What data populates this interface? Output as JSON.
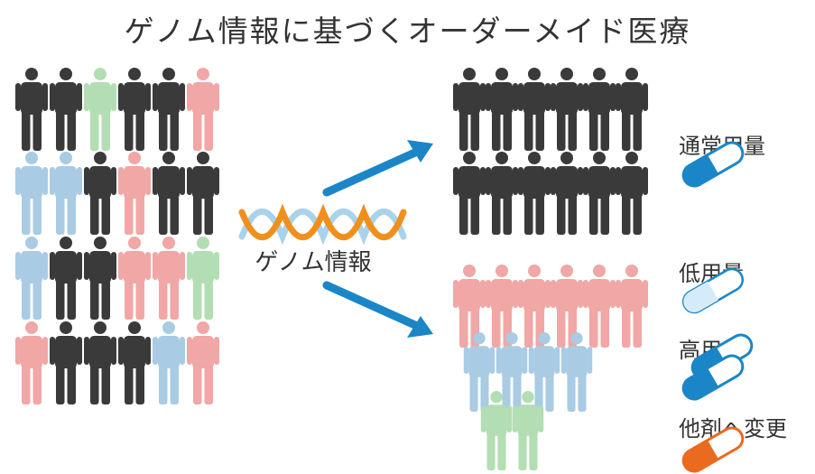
{
  "title": "ゲノム情報に基づくオーダーメイド医療",
  "dna_label": "ゲノム情報",
  "colors": {
    "black": "#3a3a3a",
    "green": "#b3deb3",
    "pink": "#f0a7a5",
    "blue": "#a9cbe4",
    "arrow": "#1b86c7",
    "dna_orange": "#f18f1c",
    "dna_blue": "#a9d3ea",
    "pill_blue": "#1b86c7",
    "pill_light": "#d6ebfa",
    "pill_orange": "#ea6a1f"
  },
  "population_grid": [
    [
      "black",
      "black",
      "green",
      "black",
      "black",
      "pink"
    ],
    [
      "blue",
      "blue",
      "black",
      "pink",
      "black",
      "black"
    ],
    [
      "blue",
      "black",
      "black",
      "pink",
      "pink",
      "green"
    ],
    [
      "pink",
      "black",
      "black",
      "black",
      "blue",
      "pink"
    ]
  ],
  "outcomes": [
    {
      "label": "通常用量",
      "pill": "normal"
    },
    {
      "label": "低用量",
      "pill": "low"
    },
    {
      "label": "高用量",
      "pill": "high"
    },
    {
      "label": "他剤へ変更",
      "pill": "change"
    }
  ]
}
